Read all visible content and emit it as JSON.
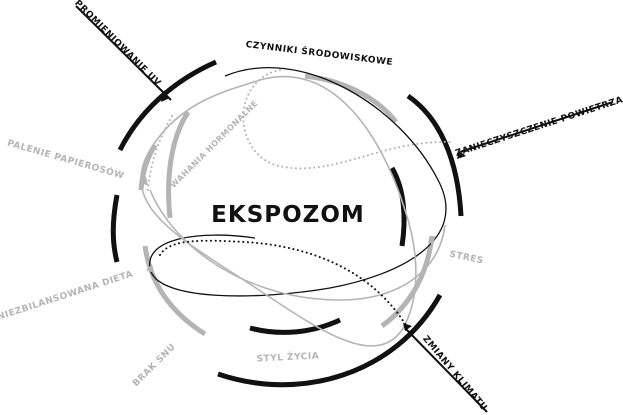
{
  "diagram": {
    "center": "EKSPOZOM",
    "labels": {
      "uv": "PROMIENIOWANIE UV",
      "env": "CZYNNIKI ŚRODOWISKOWE",
      "air": "ZANIECZYSZCZENIE POWIETRZA",
      "smoking": "PALENIE PAPIEROSÓW",
      "hormones": "WAHANIA HORMONALNE",
      "stress": "STRES",
      "diet": "NIEZBILANSOWANA DIETA",
      "sleep": "BRAK SNU",
      "lifestyle": "STYL ŻYCIA",
      "climate": "ZMIANY KLIMATU"
    },
    "colors": {
      "dark": "#111111",
      "grey": "#b4b4b4"
    }
  }
}
